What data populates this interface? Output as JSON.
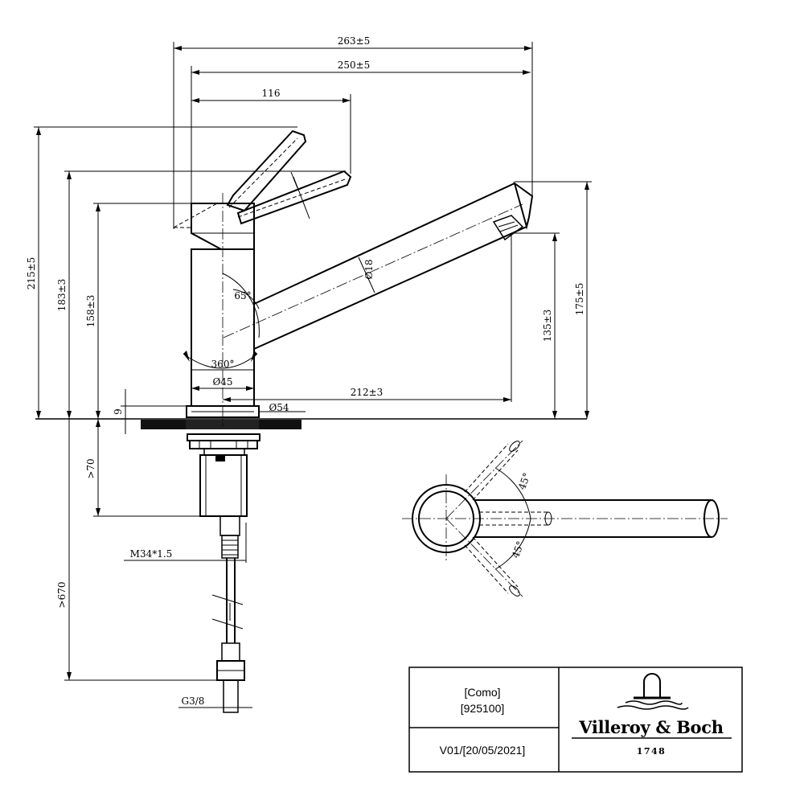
{
  "dimensions": {
    "overall_length": "263±5",
    "spout_length": "250±5",
    "handle_length": "116",
    "total_height": "215±5",
    "handle_height": "183±3",
    "body_height": "158±3",
    "spout_height": "175±5",
    "outlet_height": "135±3",
    "outlet_reach": "212±3",
    "spout_diameter": "Ø18",
    "swivel_angle": "65°",
    "rotation": "360°",
    "body_diameter": "Ø45",
    "base_diameter": "Ø54",
    "base_thickness": "9",
    "min_clearance": ">70",
    "hose_length": ">670",
    "thread": "M34*1.5",
    "connection": "G3/8",
    "lever_angle_top": "45°",
    "lever_angle_bottom": "45°"
  },
  "title_block": {
    "product": "[Como]",
    "article": "[925100]",
    "version": "V01/[20/05/2021]"
  },
  "logo": {
    "name": "Villeroy & Boch",
    "year": "1748"
  }
}
